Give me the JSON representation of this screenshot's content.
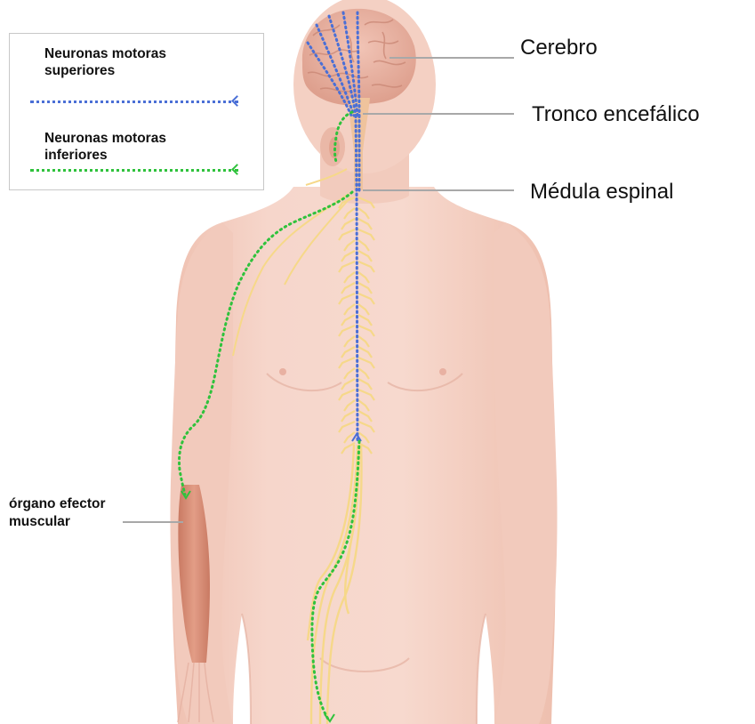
{
  "legend": {
    "upper": {
      "line1": "Neuronas motoras",
      "line2": "superiores",
      "color": "#4a6fd6"
    },
    "lower": {
      "line1": "Neuronas motoras",
      "line2": "inferiores",
      "color": "#2fc23c"
    }
  },
  "labels": {
    "cerebro": "Cerebro",
    "tronco": "Tronco encefálico",
    "medula": "Médula espinal",
    "organo_line1": "órgano efector",
    "organo_line2": "muscular"
  },
  "colors": {
    "skin": "#f4cfc3",
    "skin_shadow": "#ecbcac",
    "brain": "#e9b3a4",
    "nerve": "#f6d889",
    "muscle": "#d48a73",
    "leader": "#a8a8a8"
  }
}
